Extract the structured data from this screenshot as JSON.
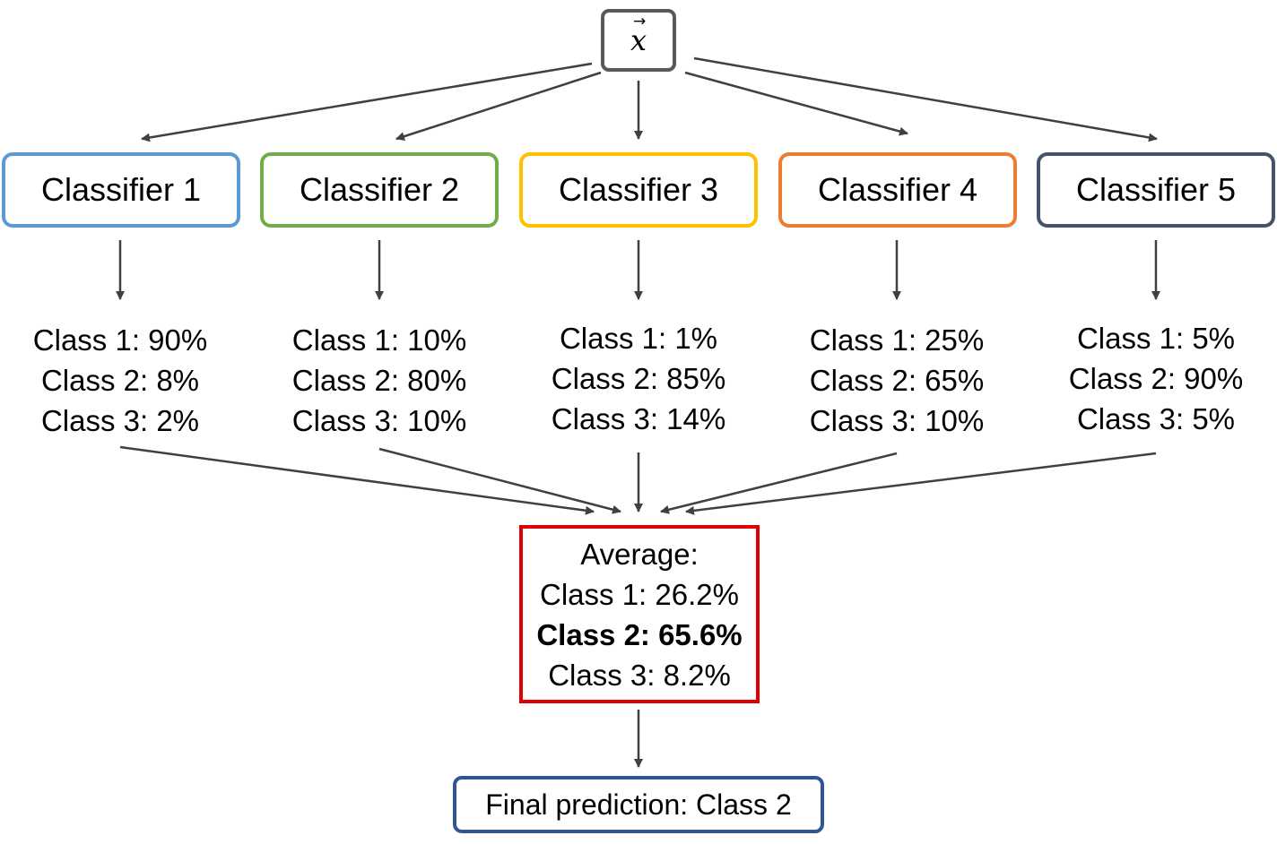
{
  "input": {
    "symbol": "x",
    "accent": "→"
  },
  "classifiers": [
    {
      "label": "Classifier 1",
      "color": "#5b9bd5",
      "probs": [
        "Class 1: 90%",
        "Class 2: 8%",
        "Class 3: 2%"
      ]
    },
    {
      "label": "Classifier 2",
      "color": "#70ad47",
      "probs": [
        "Class 1: 10%",
        "Class 2: 80%",
        "Class 3: 10%"
      ]
    },
    {
      "label": "Classifier 3",
      "color": "#ffc000",
      "probs": [
        "Class 1: 1%",
        "Class 2: 85%",
        "Class 3: 14%"
      ]
    },
    {
      "label": "Classifier 4",
      "color": "#ed7d31",
      "probs": [
        "Class 1: 25%",
        "Class 2: 65%",
        "Class 3: 10%"
      ]
    },
    {
      "label": "Classifier 5",
      "color": "#44546a",
      "probs": [
        "Class 1: 5%",
        "Class 2: 90%",
        "Class 3: 5%"
      ]
    }
  ],
  "average": {
    "title": "Average:",
    "lines": [
      "Class 1: 26.2%",
      "Class 2: 65.6%",
      "Class 3: 8.2%"
    ],
    "highlight_color": "#e00000"
  },
  "final": {
    "label": "Final prediction: Class 2",
    "color": "#2f5597"
  },
  "arrow_color": "#404040"
}
